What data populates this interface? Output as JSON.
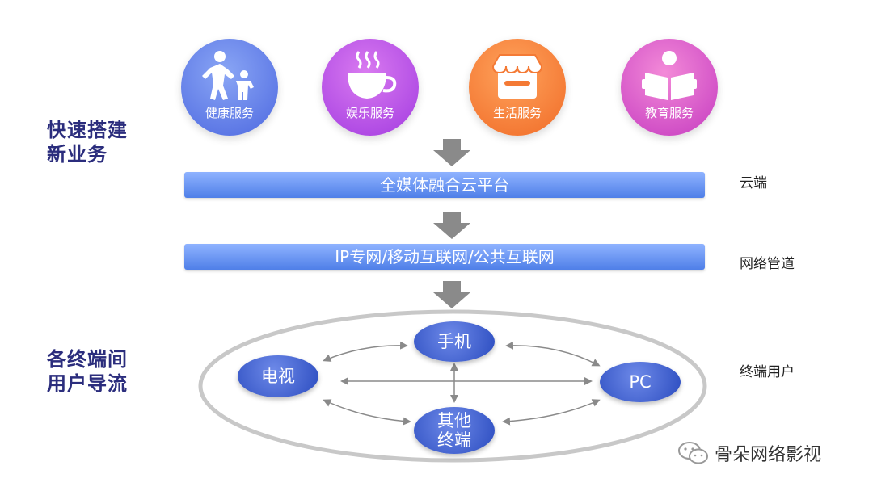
{
  "side_headings": {
    "top": [
      "快速搭建",
      "新业务"
    ],
    "bottom": [
      "各终端间",
      "用户导流"
    ]
  },
  "services": [
    {
      "label": "健康服务",
      "icon": "people-icon",
      "color": "#5d79e8"
    },
    {
      "label": "娱乐服务",
      "icon": "coffee-cup-icon",
      "color": "#b24be6"
    },
    {
      "label": "生活服务",
      "icon": "store-icon",
      "color": "#f47a35"
    },
    {
      "label": "教育服务",
      "icon": "reader-icon",
      "color": "#d24cca"
    }
  ],
  "layers": [
    {
      "bar": "全媒体融合云平台",
      "label": "云端"
    },
    {
      "bar": "IP专网/移动互联网/公共互联网",
      "label": "网络管道"
    }
  ],
  "terminals": {
    "label": "终端用户",
    "nodes": {
      "phone": "手机",
      "tv": "电视",
      "pc": "PC",
      "other_line1": "其他",
      "other_line2": "终端"
    }
  },
  "watermark": {
    "text": "骨朵网络影视",
    "icon": "wechat-icon"
  },
  "colors": {
    "heading": "#2b2d7d",
    "bar": "#6f97f5",
    "node": "#3f5fd0",
    "arrow": "#8a8a8a"
  }
}
